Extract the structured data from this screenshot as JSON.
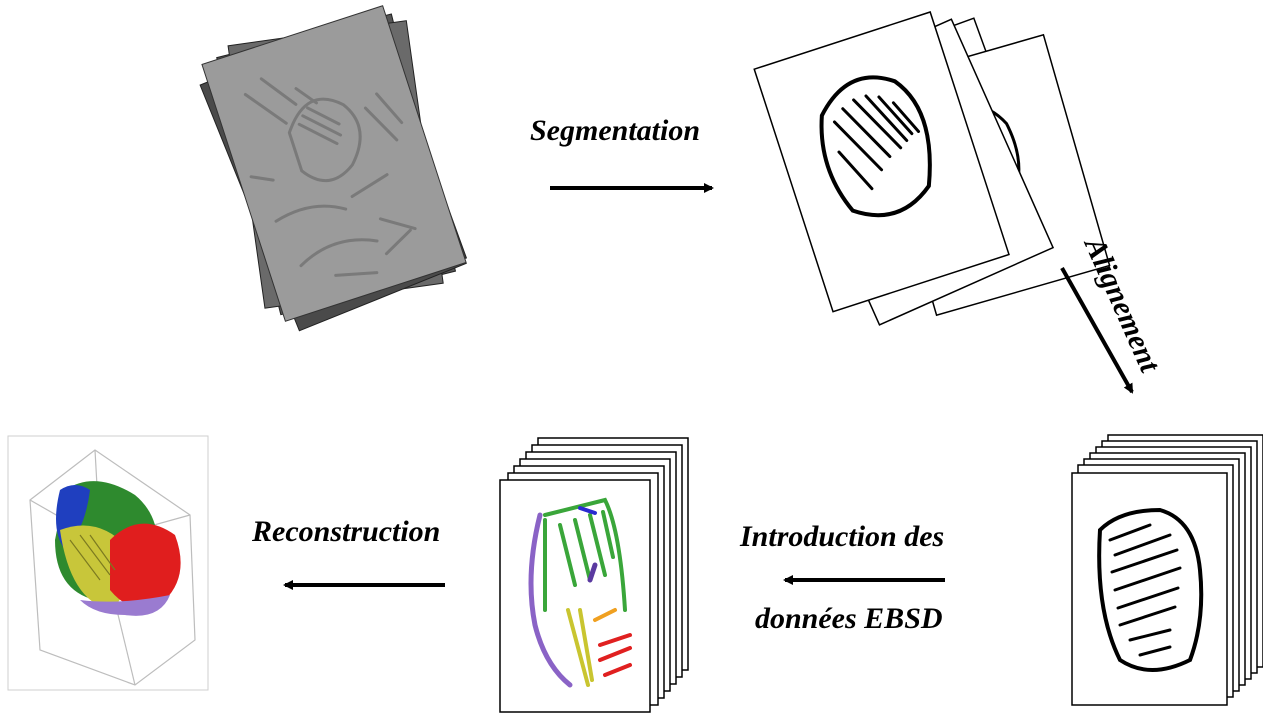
{
  "labels": {
    "segmentation": "Segmentation",
    "alignement": "Alignement",
    "introduction_line1": "Introduction des",
    "introduction_line2": "données EBSD",
    "reconstruction": "Reconstruction"
  },
  "colors": {
    "raw_slice_front": "#9b9b9b",
    "raw_slice_back": "#4a4a4a",
    "ink": "#000000",
    "phase_green": "#3aa63a",
    "phase_purple": "#8a63c6",
    "phase_yellow": "#c9c530",
    "phase_red": "#e02020",
    "phase_orange": "#f0a020",
    "phase_blue": "#2a2ad0"
  }
}
